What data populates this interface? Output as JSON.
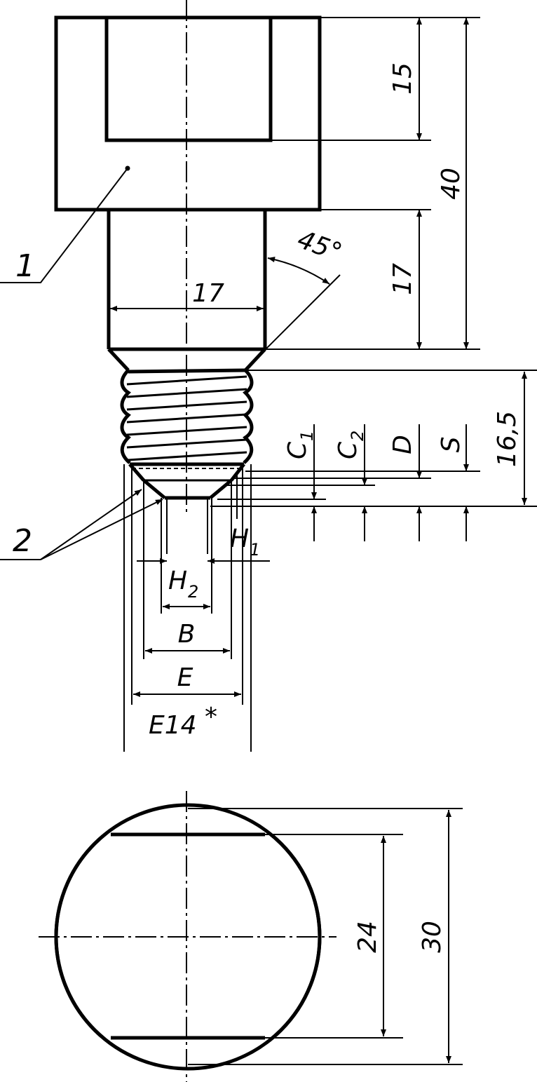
{
  "dimensions": {
    "head_height": "15",
    "total_height": "40",
    "shank_height": "17",
    "shank_diameter": "17",
    "chamfer_angle": "45°",
    "thread_length": "16,5",
    "flat_width": "24",
    "outer_diameter": "30"
  },
  "labels": {
    "c1_main": "C",
    "c1_sub": "1",
    "c2_main": "C",
    "c2_sub": "2",
    "d": "D",
    "s": "S",
    "h1_main": "H",
    "h1_sub": "1",
    "h2_main": "H",
    "h2_sub": "2",
    "b": "B",
    "e": "E",
    "base": "E14",
    "base_mark": "*"
  },
  "callouts": {
    "part1": "1",
    "part2": "2"
  }
}
